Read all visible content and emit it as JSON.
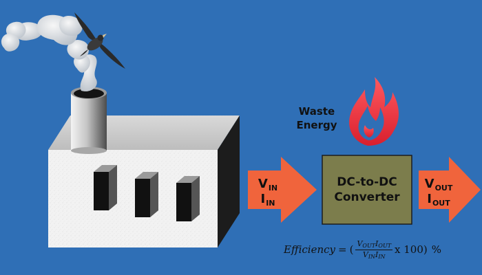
{
  "diagram": {
    "waste_line1": "Waste",
    "waste_line2": "Energy",
    "converter_line1": "DC-to-DC",
    "converter_line2": "Converter",
    "input": {
      "v": "V",
      "v_sub": "IN",
      "i": "I",
      "i_sub": "IN"
    },
    "output": {
      "v": "V",
      "v_sub": "OUT",
      "i": "I",
      "i_sub": "OUT"
    },
    "formula": {
      "lhs": "Efficiency",
      "equals": "=",
      "open": "(",
      "num_v": "V",
      "num_v_sub": "OUT",
      "num_i": "I",
      "num_i_sub": "OUT",
      "den_v": "V",
      "den_v_sub": "IN",
      "den_i": "I",
      "den_i_sub": "IN",
      "times": "x 100)",
      "percent": "%"
    }
  },
  "colors": {
    "background": "#2f6fb6",
    "arrow": "#f0643c",
    "converter_box": "#7c7d4c",
    "flame": "#e83a3f",
    "factory_front": "#f0f0f0",
    "factory_side": "#1c1c1c"
  }
}
